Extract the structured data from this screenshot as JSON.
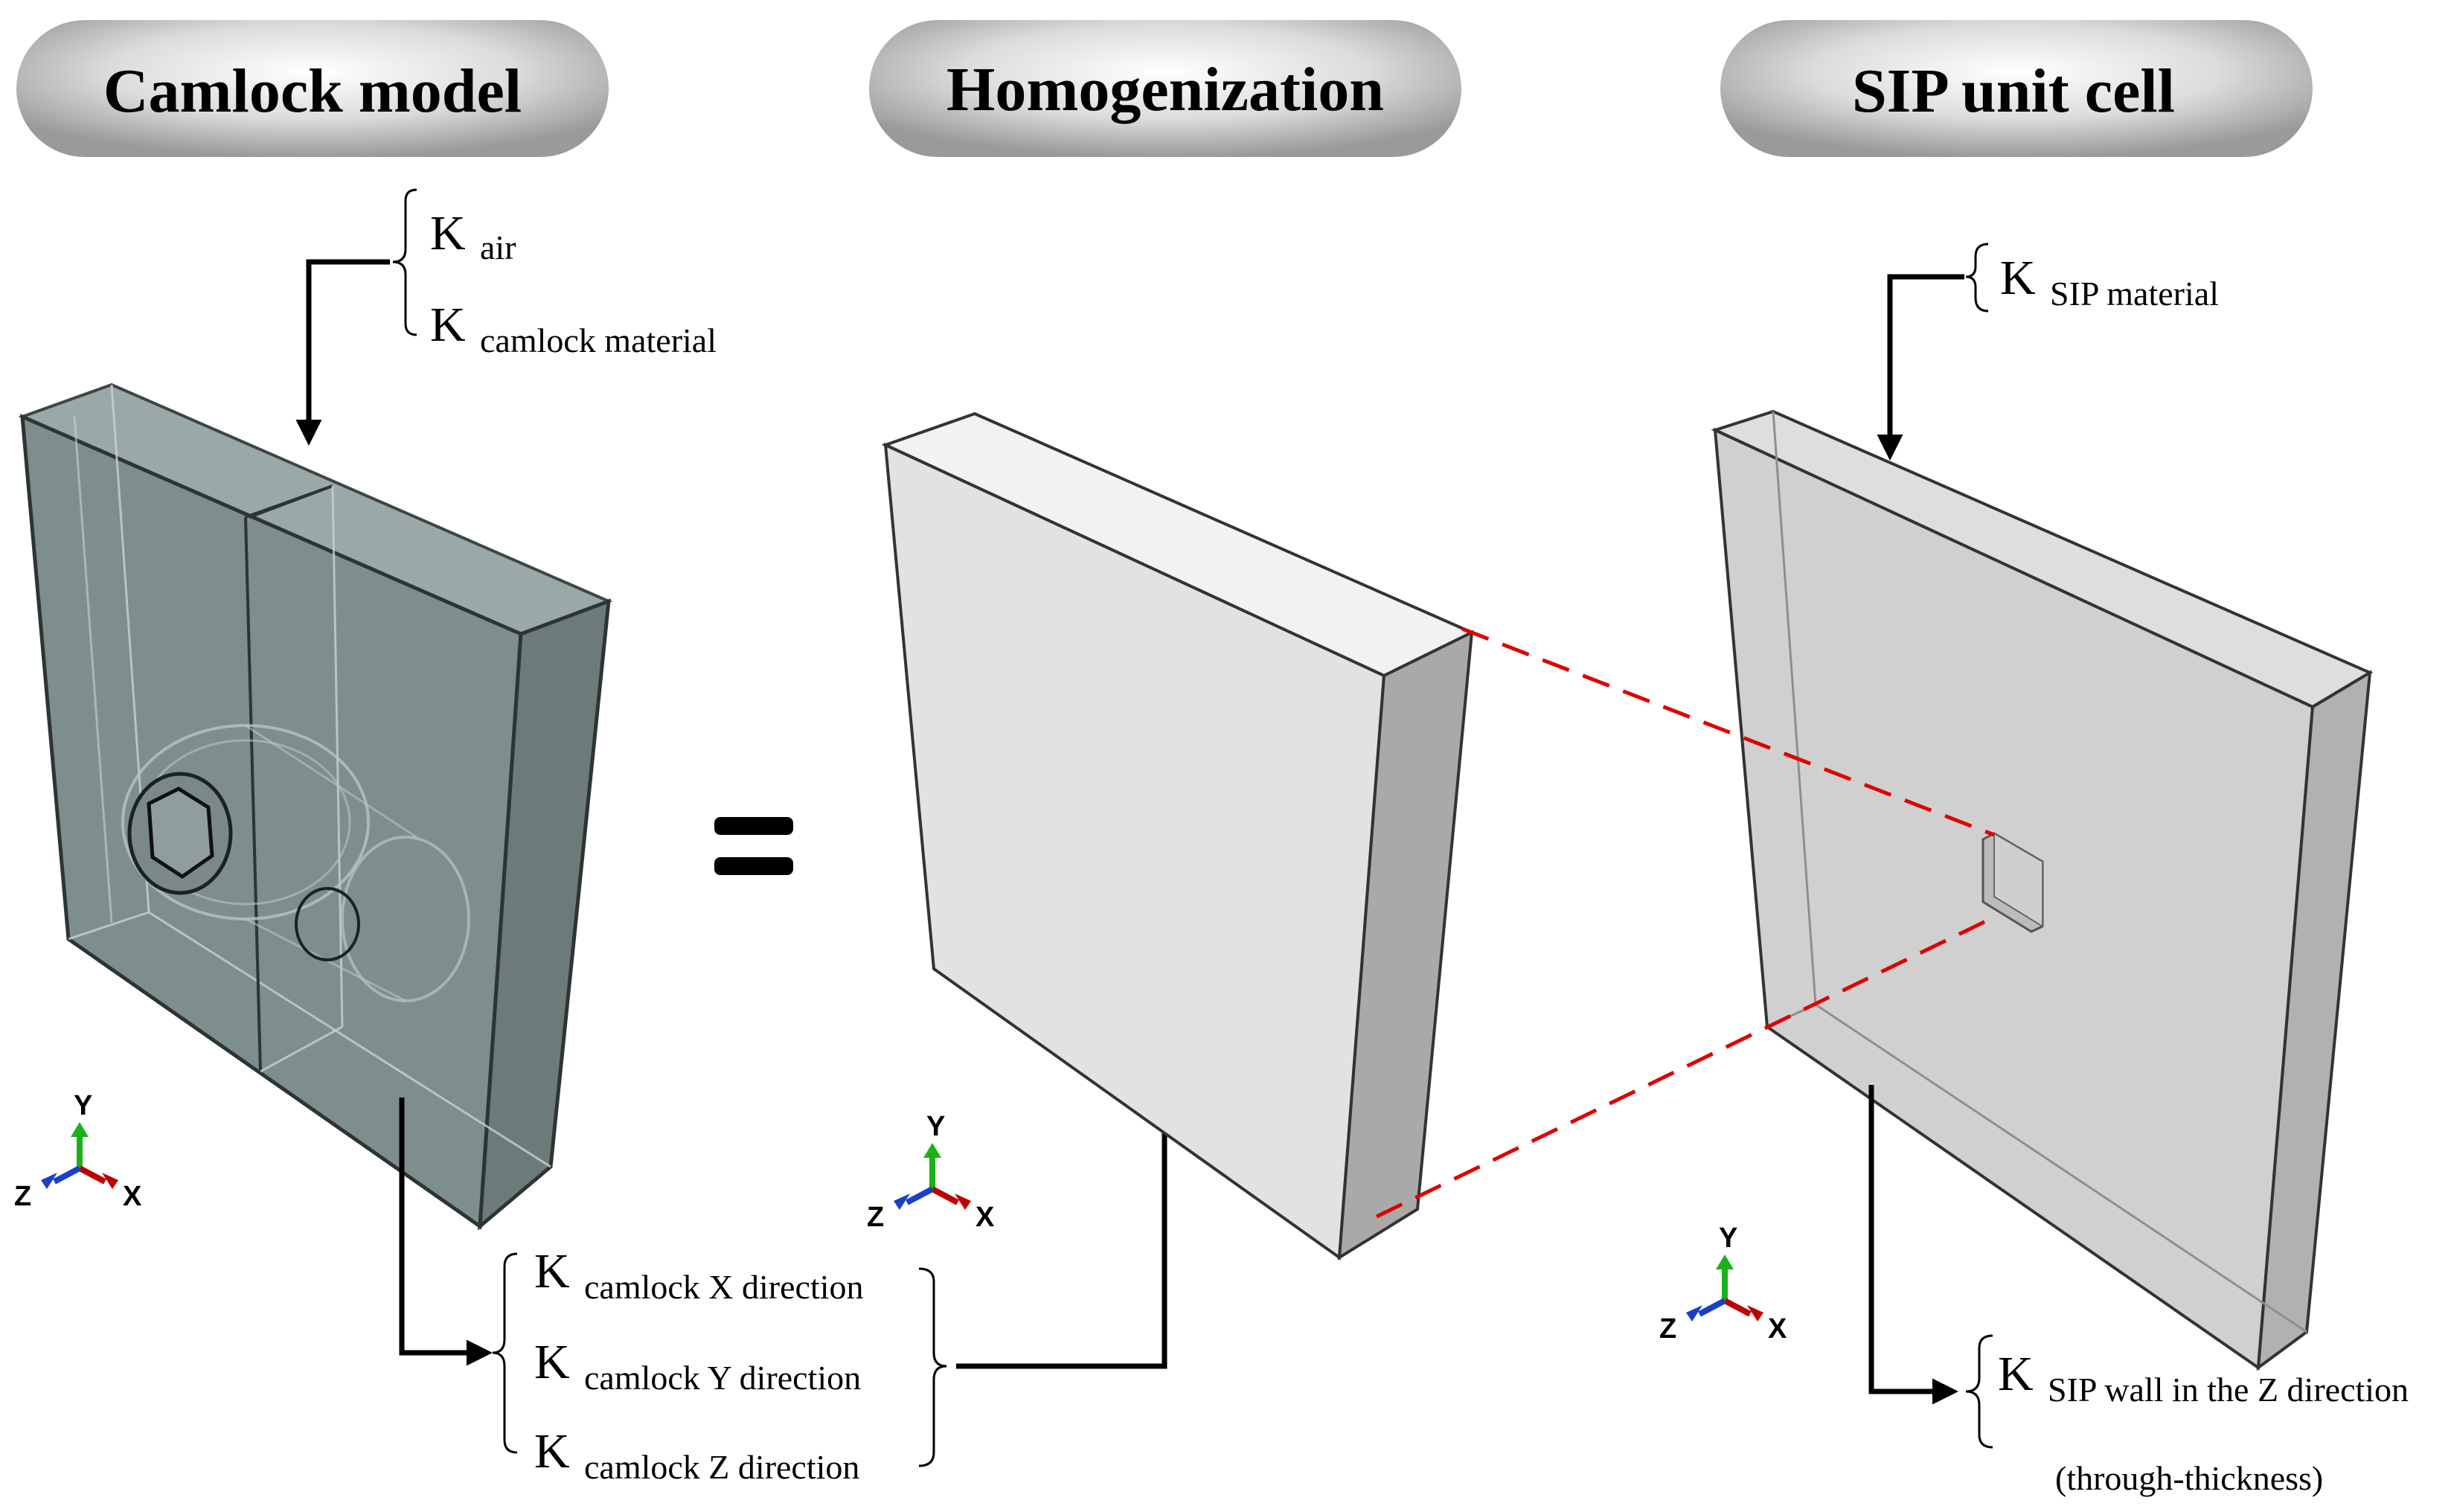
{
  "colors": {
    "camlock_body": "#6f7f7f",
    "homog_front": "#e2e2e2",
    "homog_side": "#a9a9a9",
    "sip_front": "#d0d0d0",
    "sip_side": "#b1b1b1",
    "dashed_red": "#e00000",
    "axis_x": "#c00000",
    "axis_y": "#19b319",
    "axis_z": "#1a3fc8"
  },
  "headers": {
    "camlock_model": "Camlock model",
    "homogenization": "Homogenization",
    "sip_unit_cell": "SIP unit cell"
  },
  "equals_sign": "=",
  "labels": {
    "k_air": {
      "k": "K",
      "sub": "air"
    },
    "k_camlock_material": {
      "k": "K",
      "sub": "camlock material"
    },
    "k_camlock_x": {
      "k": "K",
      "sub": "camlock X direction"
    },
    "k_camlock_y": {
      "k": "K",
      "sub": "camlock Y direction"
    },
    "k_camlock_z": {
      "k": "K",
      "sub": "camlock Z direction"
    },
    "k_sip_material": {
      "k": "K",
      "sub": "SIP material"
    },
    "k_sip_wall": {
      "k": "K",
      "sub": "SIP wall in the Z direction"
    },
    "through_thickness": "(through-thickness)"
  },
  "triads": {
    "x": "X",
    "y": "Y",
    "z": "Z"
  }
}
